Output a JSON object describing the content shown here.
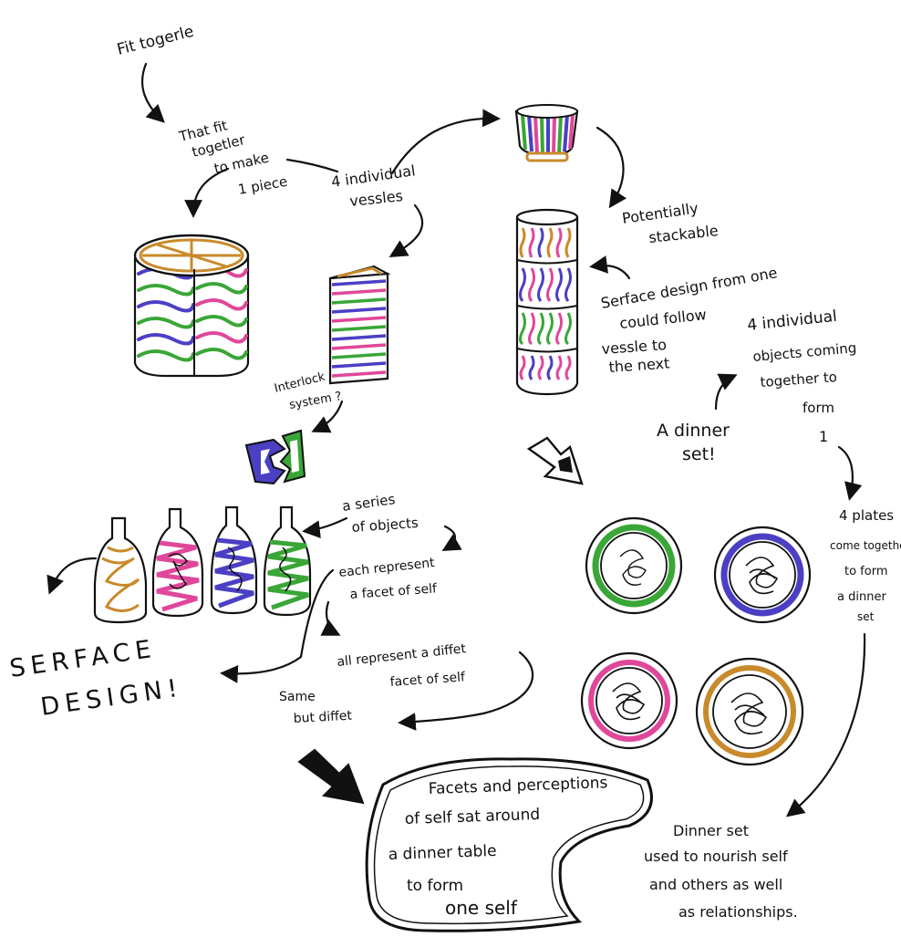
{
  "notes": {
    "fit_together": "Fit togerle",
    "that_fit_1": "That fit",
    "that_fit_2": "togetler",
    "that_fit_3": "to make",
    "that_fit_4": "1 piece",
    "four_vessels_1": "4 individual",
    "four_vessels_2": "vessles",
    "potentially_1": "Potentially",
    "potentially_2": "stackable",
    "surface_1": "Serface design from one",
    "surface_2": "could follow",
    "surface_3": "vessle to",
    "surface_4": "the next",
    "objects_1": "4 individual",
    "objects_2": "objects coming",
    "objects_3": "together to",
    "objects_4": "form",
    "objects_5": "1",
    "dinner_set_1": "A dinner",
    "dinner_set_2": "set!",
    "interlock_1": "Interlock",
    "interlock_2": "system ?",
    "series_1": "a series",
    "series_2": "of objects",
    "each_1": "each represent",
    "each_2": "a facet of self",
    "all_1": "all represent a diffet",
    "all_2": "facet of self",
    "same_1": "Same",
    "same_2": "but diffet",
    "surface_design_1": "SERFACE",
    "surface_design_2": "DESIGN!",
    "plates_1": "4 plates",
    "plates_2": "come together",
    "plates_3": "to form",
    "plates_4": "a dinner",
    "plates_5": "set",
    "facets_1": "Facets and perceptions",
    "facets_2": "of self sat around",
    "facets_3": "a dinner table",
    "facets_4": "to form",
    "facets_5": "one self",
    "nourish_1": "Dinner set",
    "nourish_2": "used to nourish self",
    "nourish_3": "and others as well",
    "nourish_4": "as relationships."
  },
  "colors": {
    "ink": "#111111",
    "green": "#3aa637",
    "purple": "#4b3fc4",
    "pink": "#e0479a",
    "ochre": "#c98a2b"
  }
}
